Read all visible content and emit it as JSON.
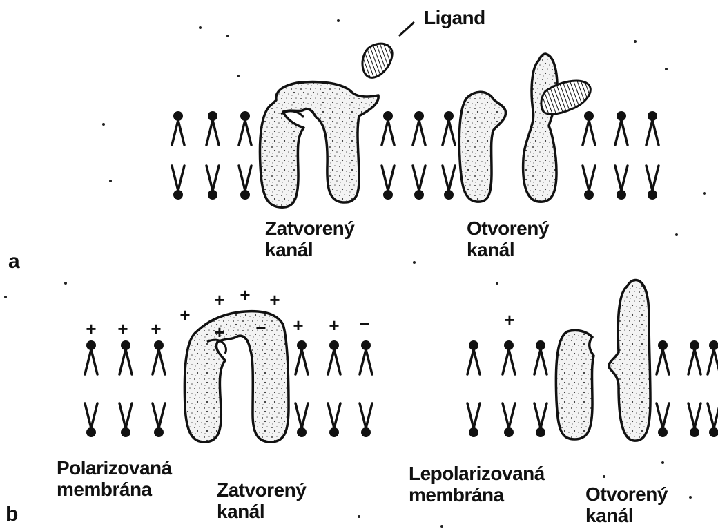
{
  "panel_a": {
    "letter": "a",
    "ligand_label": "Ligand",
    "closed_channel_label": "Zatvorený\nkanál",
    "open_channel_label": "Otvorený\nkanál"
  },
  "panel_b": {
    "letter": "b",
    "polarized_label": "Polarizovaná\nmembrána",
    "closed_channel_label": "Zatvorený\nkanál",
    "depolarized_label": "Lepolarizovaná\nmembrána",
    "open_channel_label": "Otvorený\nkanál",
    "charge_plus": "+",
    "charge_minus": "−"
  },
  "colors": {
    "ink": "#111111",
    "stipple": "#555555",
    "background": "#ffffff"
  }
}
